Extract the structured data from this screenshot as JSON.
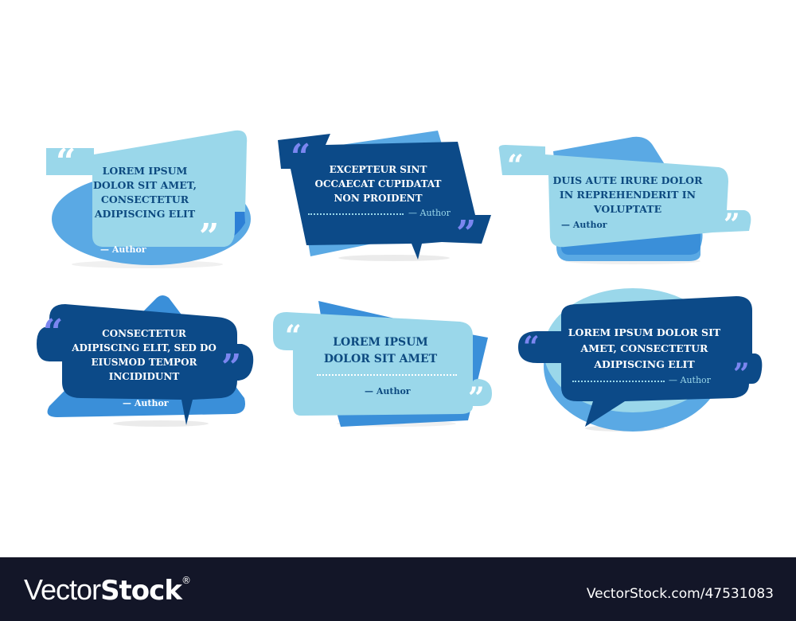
{
  "colors": {
    "light_fill": "#9ad7ea",
    "mid_blue": "#5aa9e4",
    "back_blue": "#3a8fd9",
    "dark_fill": "#0c4a88",
    "quote_white": "#ffffff",
    "quote_violet": "#7b86f0",
    "text_dark": "#0d4a80",
    "footer_bg": "#131628"
  },
  "cards": [
    {
      "style": "light",
      "lines": [
        "LOREM IPSUM",
        "DOLOR SIT AMET,",
        "CONSECTETUR",
        "ADIPISCING ELIT"
      ],
      "author": "— Author",
      "open_quote": "“",
      "close_quote": "”"
    },
    {
      "style": "dark",
      "lines": [
        "EXCEPTEUR SINT",
        "OCCAECAT CUPIDATAT",
        "NON PROIDENT"
      ],
      "author": "— Author",
      "open_quote": "“",
      "close_quote": "”"
    },
    {
      "style": "light",
      "lines": [
        "DUIS AUTE IRURE DOLOR",
        "IN REPREHENDERIT IN",
        "VOLUPTATE"
      ],
      "author": "— Author",
      "open_quote": "“",
      "close_quote": "”"
    },
    {
      "style": "dark",
      "lines": [
        "CONSECTETUR",
        "ADIPISCING ELIT, SED DO",
        "EIUSMOD TEMPOR",
        "INCIDIDUNT"
      ],
      "author": "— Author",
      "open_quote": "“",
      "close_quote": "”"
    },
    {
      "style": "light",
      "lines": [
        "LOREM IPSUM",
        "DOLOR SIT AMET"
      ],
      "author": "— Author",
      "open_quote": "“",
      "close_quote": "”"
    },
    {
      "style": "dark",
      "lines": [
        "LOREM IPSUM DOLOR SIT",
        "AMET, CONSECTETUR",
        "ADIPISCING ELIT"
      ],
      "author": "— Author",
      "open_quote": "“",
      "close_quote": "”"
    }
  ],
  "footer": {
    "logo_thin": "Vector",
    "logo_bold": "Stock",
    "logo_mark": "®",
    "reference": "VectorStock.com/47531083"
  }
}
